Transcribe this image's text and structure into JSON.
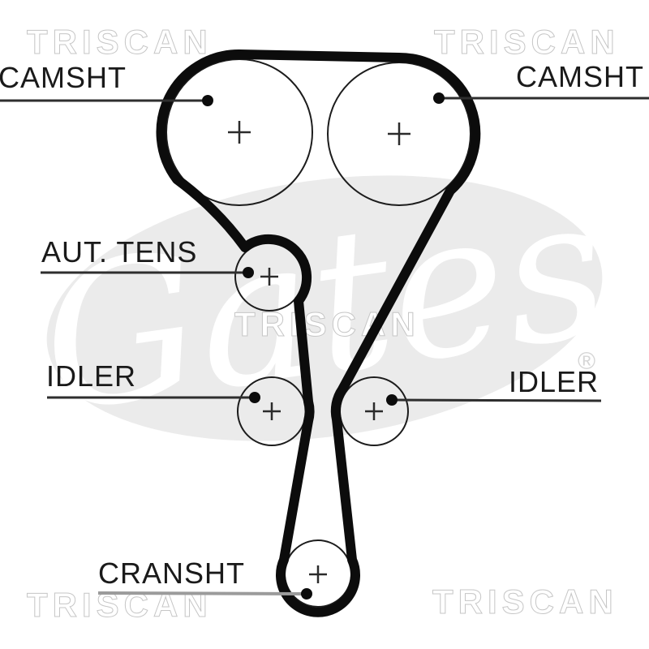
{
  "diagram": {
    "kind": "timing-belt-routing",
    "labels": {
      "camsht_left": "CAMSHT",
      "camsht_right": "CAMSHT",
      "aut_tens": "AUT. TENS",
      "idler_left": "IDLER",
      "idler_right": "IDLER",
      "cransht": "CRANSHT"
    },
    "watermarks": {
      "triscan": "TRISCAN",
      "gates": "Gates",
      "registered": "®"
    },
    "colors": {
      "belt": "#0c0c0c",
      "pulley_outline": "#1c1c1c",
      "leader_line": "#2e2e2e",
      "cransht_leader_line": "#9b9b9b",
      "triscan_outline": "#c6c6c6",
      "gates_oval_fill": "#ebebeb",
      "label_text": "#1a1a1a"
    }
  }
}
